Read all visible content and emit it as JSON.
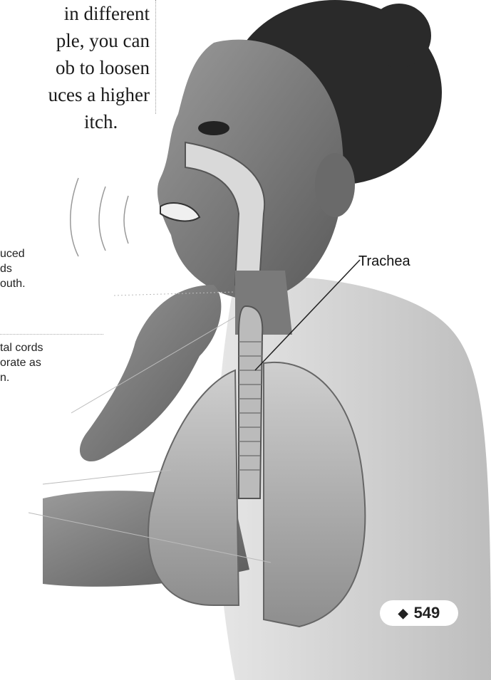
{
  "body_text": {
    "lines": [
      "in different",
      "ple, you can",
      "ob to loosen",
      "uces a higher",
      "itch."
    ]
  },
  "captions": {
    "first": [
      "uced",
      "ds",
      "outh."
    ],
    "second": [
      "tal cords",
      "orate as",
      "n."
    ]
  },
  "illustration": {
    "trachea_label": "Trachea"
  },
  "page": {
    "number": "549"
  }
}
